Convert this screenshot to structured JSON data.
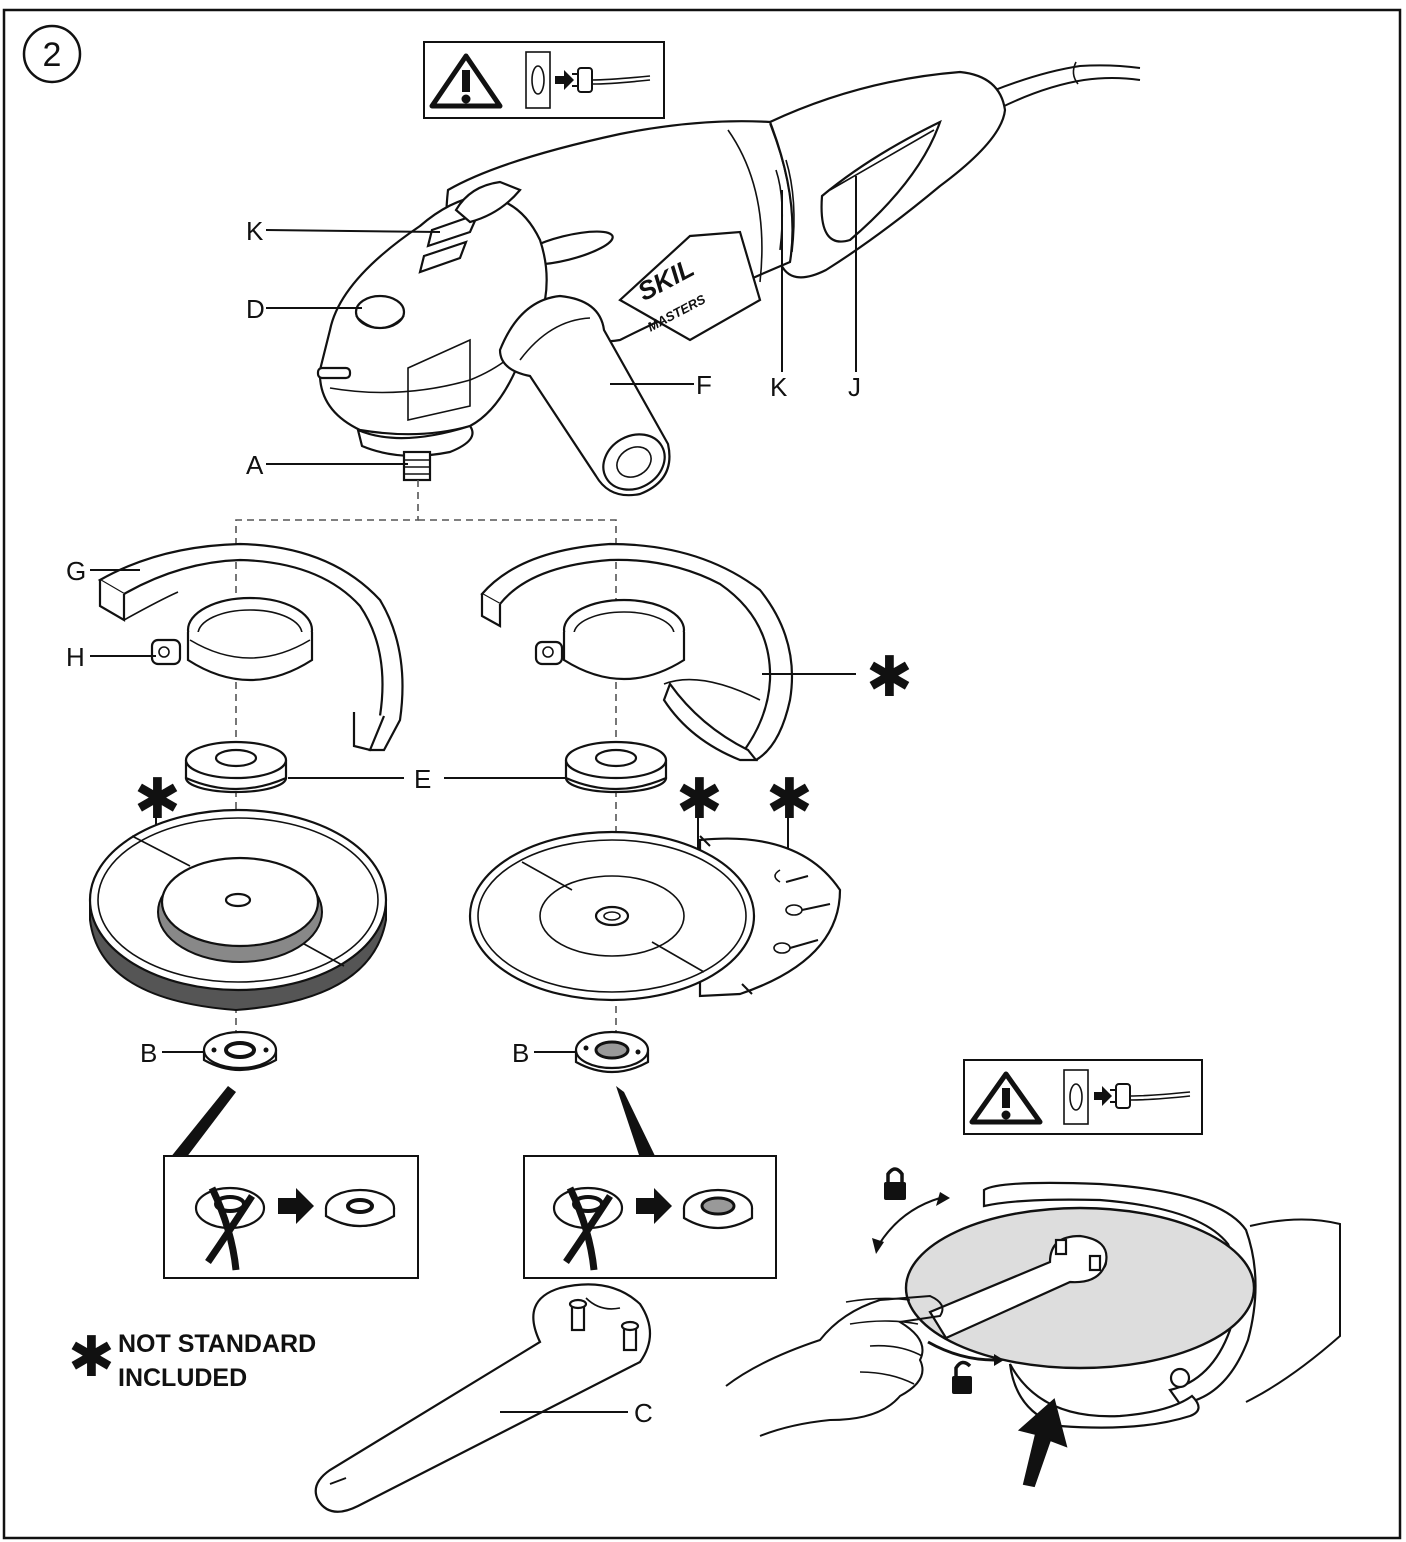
{
  "figure_number": "2",
  "labels": {
    "K_top": "K",
    "D": "D",
    "A": "A",
    "F": "F",
    "K_side": "K",
    "J": "J",
    "G": "G",
    "H": "H",
    "E": "E",
    "B_left": "B",
    "B_right": "B",
    "C": "C"
  },
  "tool_logo": {
    "brand": "SKIL",
    "sub": "MASTERS"
  },
  "legend": {
    "symbol": "✱",
    "line1": "NOT STANDARD",
    "line2": "INCLUDED"
  },
  "not_included_marker": "✱",
  "icons": [
    "warning-icon",
    "unplug-icon",
    "lock-icon",
    "unlock-icon",
    "arrow-icon"
  ]
}
